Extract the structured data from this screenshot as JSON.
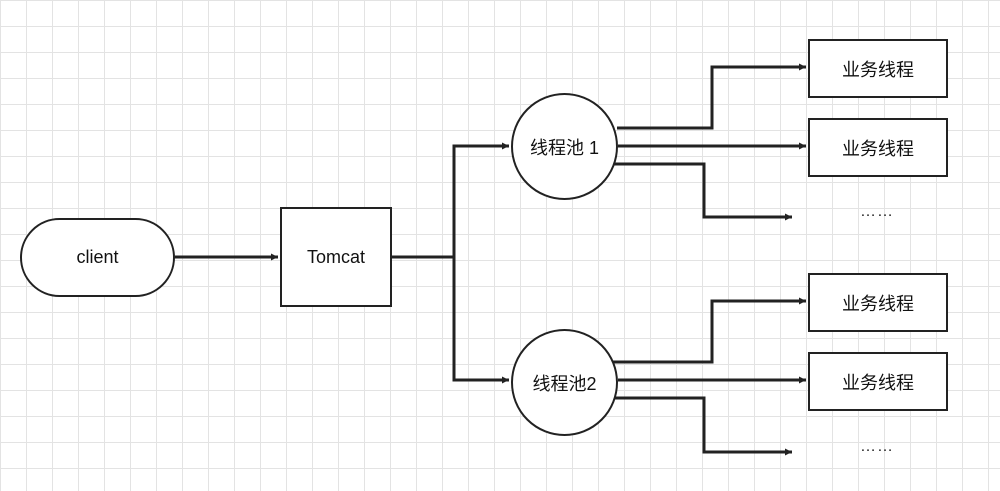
{
  "nodes": {
    "client": "client",
    "tomcat": "Tomcat",
    "pool1": "线程池 1",
    "pool2": "线程池2",
    "pool1_threads": [
      "业务线程",
      "业务线程"
    ],
    "pool2_threads": [
      "业务线程",
      "业务线程"
    ],
    "pool1_more": "……",
    "pool2_more": "……"
  },
  "colors": {
    "line": "#222222",
    "grid": "#e3e3e3",
    "background": "#ffffff"
  }
}
